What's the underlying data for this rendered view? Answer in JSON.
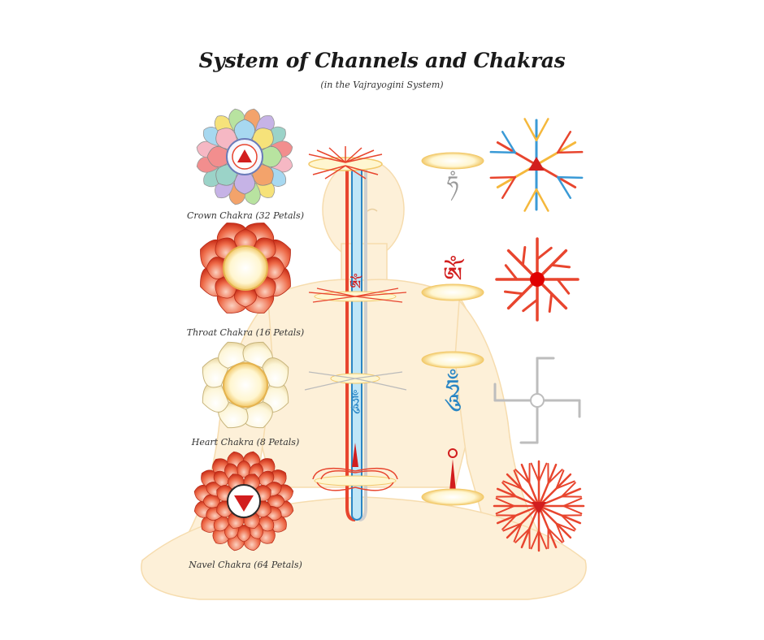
{
  "header": {
    "title": "System of Channels and Chakras",
    "subtitle": "(in the Vajrayogini System)"
  },
  "chakras": [
    {
      "label": "Crown Chakra (32 Petals)"
    },
    {
      "label": "Throat Chakra (16 Petals)"
    },
    {
      "label": "Heart Chakra (8 Petals)"
    },
    {
      "label": "Navel Chakra (64 Petals)"
    }
  ],
  "colors": {
    "body": "#fdf0d8",
    "red": "#e8452e",
    "deep_red": "#d21e1e",
    "blue": "#2a86c4",
    "light_blue": "#8fd3ee",
    "gold": "#f7d88a",
    "cream": "#fffbe6",
    "white_channel": "#aaaaaa"
  }
}
